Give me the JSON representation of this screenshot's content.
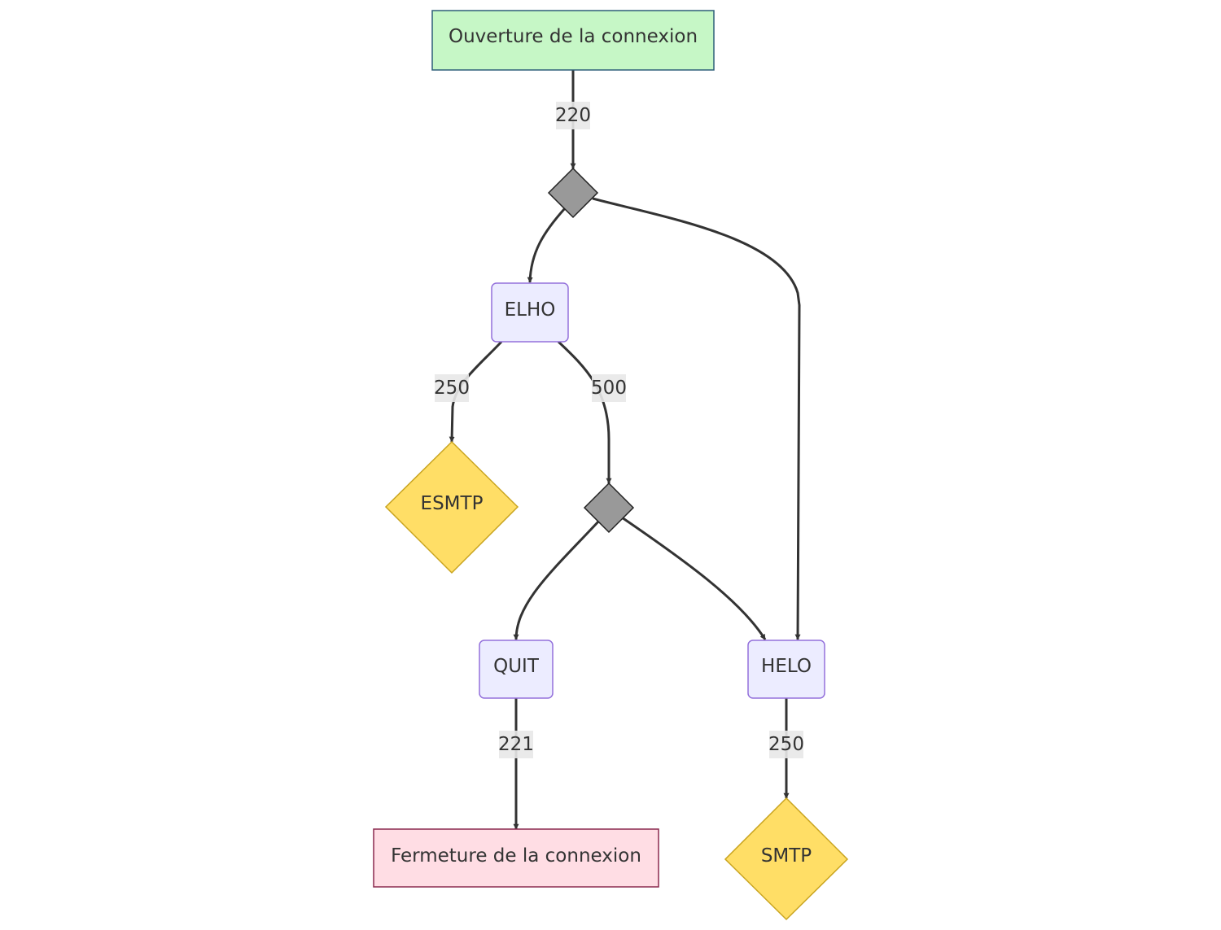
{
  "nodes": {
    "open": "Ouverture de la connexion",
    "elho": "ELHO",
    "esmtp": "ESMTP",
    "quit": "QUIT",
    "helo": "HELO",
    "close": "Fermeture de la connexion",
    "smtp": "SMTP"
  },
  "edge_labels": {
    "open_to_choice1": "220",
    "elho_to_esmtp": "250",
    "elho_to_choice2": "500",
    "quit_to_close": "221",
    "helo_to_smtp": "250"
  },
  "colors": {
    "start_fill": "#c6f7c6",
    "start_stroke": "#2f5f78",
    "process_fill": "#ececff",
    "process_stroke": "#9370db",
    "decision_fill": "#ffde66",
    "decision_stroke": "#c9a41f",
    "choice_fill": "#999999",
    "end_fill": "#ffdde4",
    "end_stroke": "#8a2a4e",
    "edge": "#333333"
  }
}
